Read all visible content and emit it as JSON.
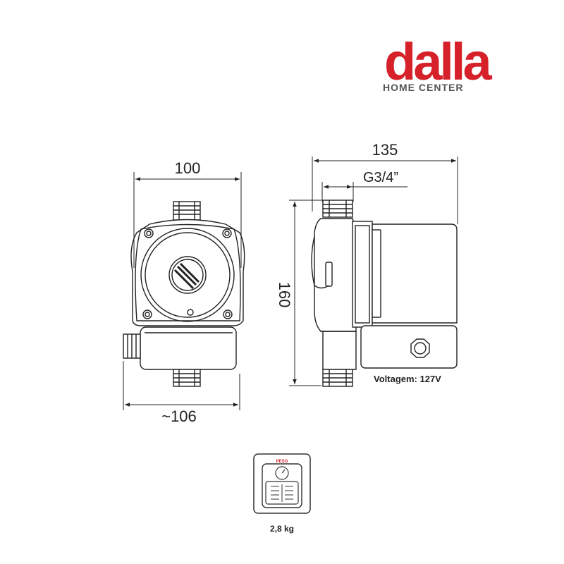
{
  "brand": {
    "name": "dalla",
    "tagline": "HOME CENTER",
    "color": "#d6202a"
  },
  "front_view": {
    "width_top": "100",
    "width_bottom": "~106"
  },
  "side_view": {
    "depth": "135",
    "thread": "G3/4”",
    "height": "160"
  },
  "specs": {
    "voltage": "Voltagem: 127V",
    "weight_badge": "PESO",
    "weight": "2,8 kg"
  },
  "colors": {
    "line": "#222222",
    "accent": "#d6202a"
  }
}
